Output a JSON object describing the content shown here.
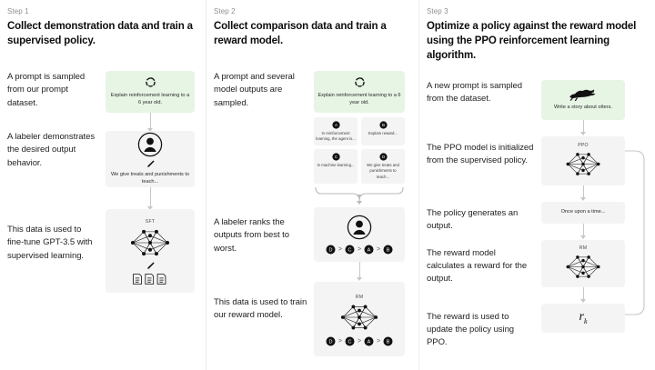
{
  "steps": [
    {
      "label": "Step 1",
      "title": "Collect demonstration data and train a supervised policy.",
      "blocks": [
        {
          "caption": "A prompt is sampled from our prompt dataset.",
          "card_text": "Explain reinforcement learning to a 6 year old.",
          "icon": "loading-spinner-icon",
          "card_style": "green"
        },
        {
          "caption": "A labeler demonstrates the desired output behavior.",
          "card_text": "We give treats and punishments to teach...",
          "icon": "labeler-person-icon",
          "card_style": "grey"
        },
        {
          "caption": "This data is used to fine-tune GPT-3.5 with supervised learning.",
          "tag": "SFT",
          "icon": "neural-network-icon",
          "card_style": "grey"
        }
      ]
    },
    {
      "label": "Step 2",
      "title": "Collect comparison data and train a reward model.",
      "blocks": [
        {
          "caption": "A prompt and several model outputs are sampled.",
          "card_text": "Explain reinforcement learning to a 6 year old.",
          "icon": "loading-spinner-icon",
          "card_style": "green"
        },
        {
          "caption": "A labeler ranks the outputs from best to worst.",
          "icon": "labeler-person-icon",
          "card_style": "grey"
        },
        {
          "caption": "This data is used to train our reward model.",
          "tag": "RM",
          "icon": "neural-network-icon",
          "card_style": "grey"
        }
      ],
      "options": [
        {
          "letter": "A",
          "text": "In reinforcement learning, the agent is..."
        },
        {
          "letter": "B",
          "text": "Explain reward..."
        },
        {
          "letter": "C",
          "text": "In machine learning..."
        },
        {
          "letter": "D",
          "text": "We give treats and punishments to teach..."
        }
      ],
      "ranking": [
        "D",
        "C",
        "A",
        "B"
      ],
      "ranking_sep": ">"
    },
    {
      "label": "Step 3",
      "title": "Optimize a policy against the reward model using the PPO reinforcement learning algorithm.",
      "blocks": [
        {
          "caption": "A new prompt is sampled from the dataset.",
          "card_text": "Write a story about otters.",
          "icon": "otter-icon",
          "card_style": "green"
        },
        {
          "caption": "The PPO model is initialized from the supervised policy.",
          "tag": "PPO",
          "icon": "neural-network-icon",
          "card_style": "grey"
        },
        {
          "caption": "The policy generates an output.",
          "card_text": "Once upon a time...",
          "card_style": "grey"
        },
        {
          "caption": "The reward model calculates a reward for the output.",
          "tag": "RM",
          "icon": "neural-network-icon",
          "card_style": "grey"
        },
        {
          "caption": "The reward is used to update the policy using PPO.",
          "reward_symbol": "r",
          "reward_subscript": "k",
          "card_style": "grey"
        }
      ]
    }
  ],
  "colors": {
    "prompt_card": "#e6f5e4",
    "model_card": "#f4f4f4",
    "arrow": "#c7c7c7",
    "divider": "#ececec",
    "text": "#1a1a1a",
    "muted_text": "#8e8e8e"
  }
}
